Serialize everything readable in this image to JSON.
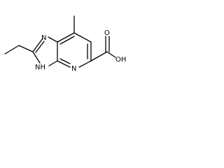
{
  "molecule": {
    "atoms": {
      "n_top": "N",
      "nh": "NH",
      "n_pyridine": "N",
      "carboxyl_o": "O",
      "carboxyl_oh": "OH"
    },
    "colors": {
      "bond": "#000000",
      "text": "#000000",
      "background": "#ffffff"
    }
  }
}
